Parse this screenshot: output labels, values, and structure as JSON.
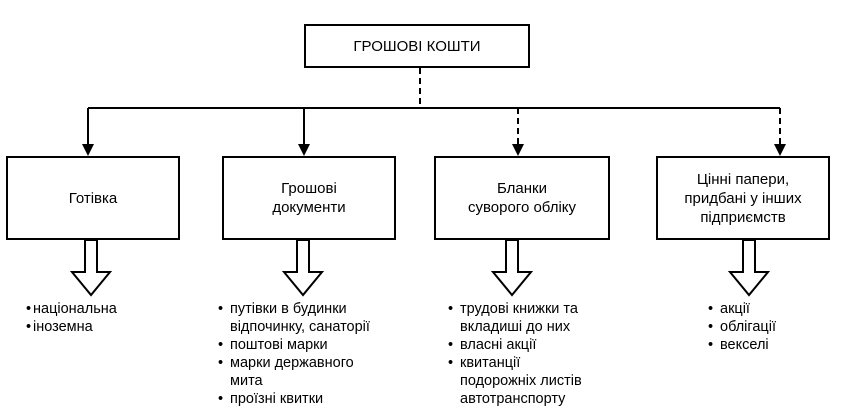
{
  "root": {
    "label": "ГРОШОВІ КОШТИ"
  },
  "categories": [
    {
      "label": "Готівка",
      "items": [
        "національна",
        "іноземна"
      ]
    },
    {
      "label": "Грошові\nдокументи",
      "items": [
        "путівки в будинки\nвідпочинку, санаторії",
        "поштові марки",
        "марки державного\nмита",
        "проїзні квитки"
      ]
    },
    {
      "label": "Бланки\nсуворого обліку",
      "items": [
        "трудові книжки та\nвкладиші до них",
        "власні акції",
        "квитанції\nподорожніх листів\nавтотранспорту"
      ]
    },
    {
      "label": "Цінні папери,\nпридбані у інших\nпідприємств",
      "items": [
        "акції",
        "облігації",
        "векселі"
      ]
    }
  ]
}
